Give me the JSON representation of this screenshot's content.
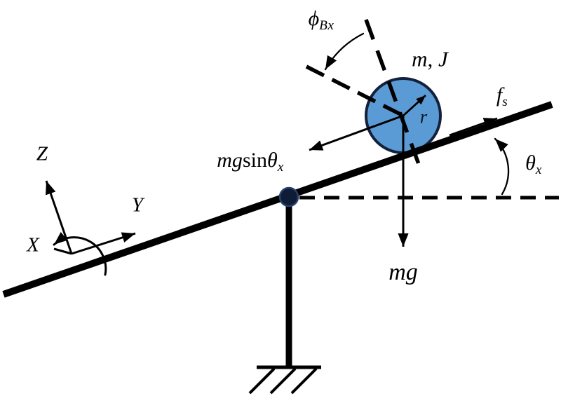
{
  "figure": {
    "description": "Free-body diagram of a ball on a pivoting beam (ball-and-beam system)",
    "labels": {
      "ball_rotation_angle": {
        "main": "ϕ",
        "sub": "Bx"
      },
      "mass_inertia": "m, J",
      "ball_radius": "r",
      "static_friction": {
        "main": "f",
        "sub": "s"
      },
      "beam_angle": {
        "main": "θ",
        "sub": "x"
      },
      "gravity_force": "mg",
      "gravity_component": {
        "mg": "mg",
        "sin": "sin",
        "theta": "θ",
        "sub": "x"
      },
      "axis_z": "Z",
      "axis_y": "Y",
      "axis_x": "X"
    },
    "colors": {
      "ball_fill": "#5B9BD5",
      "ball_stroke": "#14213C",
      "pivot_fill": "#0F1C36",
      "pivot_stroke": "#27406B",
      "line": "#000000",
      "background": "#FFFFFF"
    }
  }
}
